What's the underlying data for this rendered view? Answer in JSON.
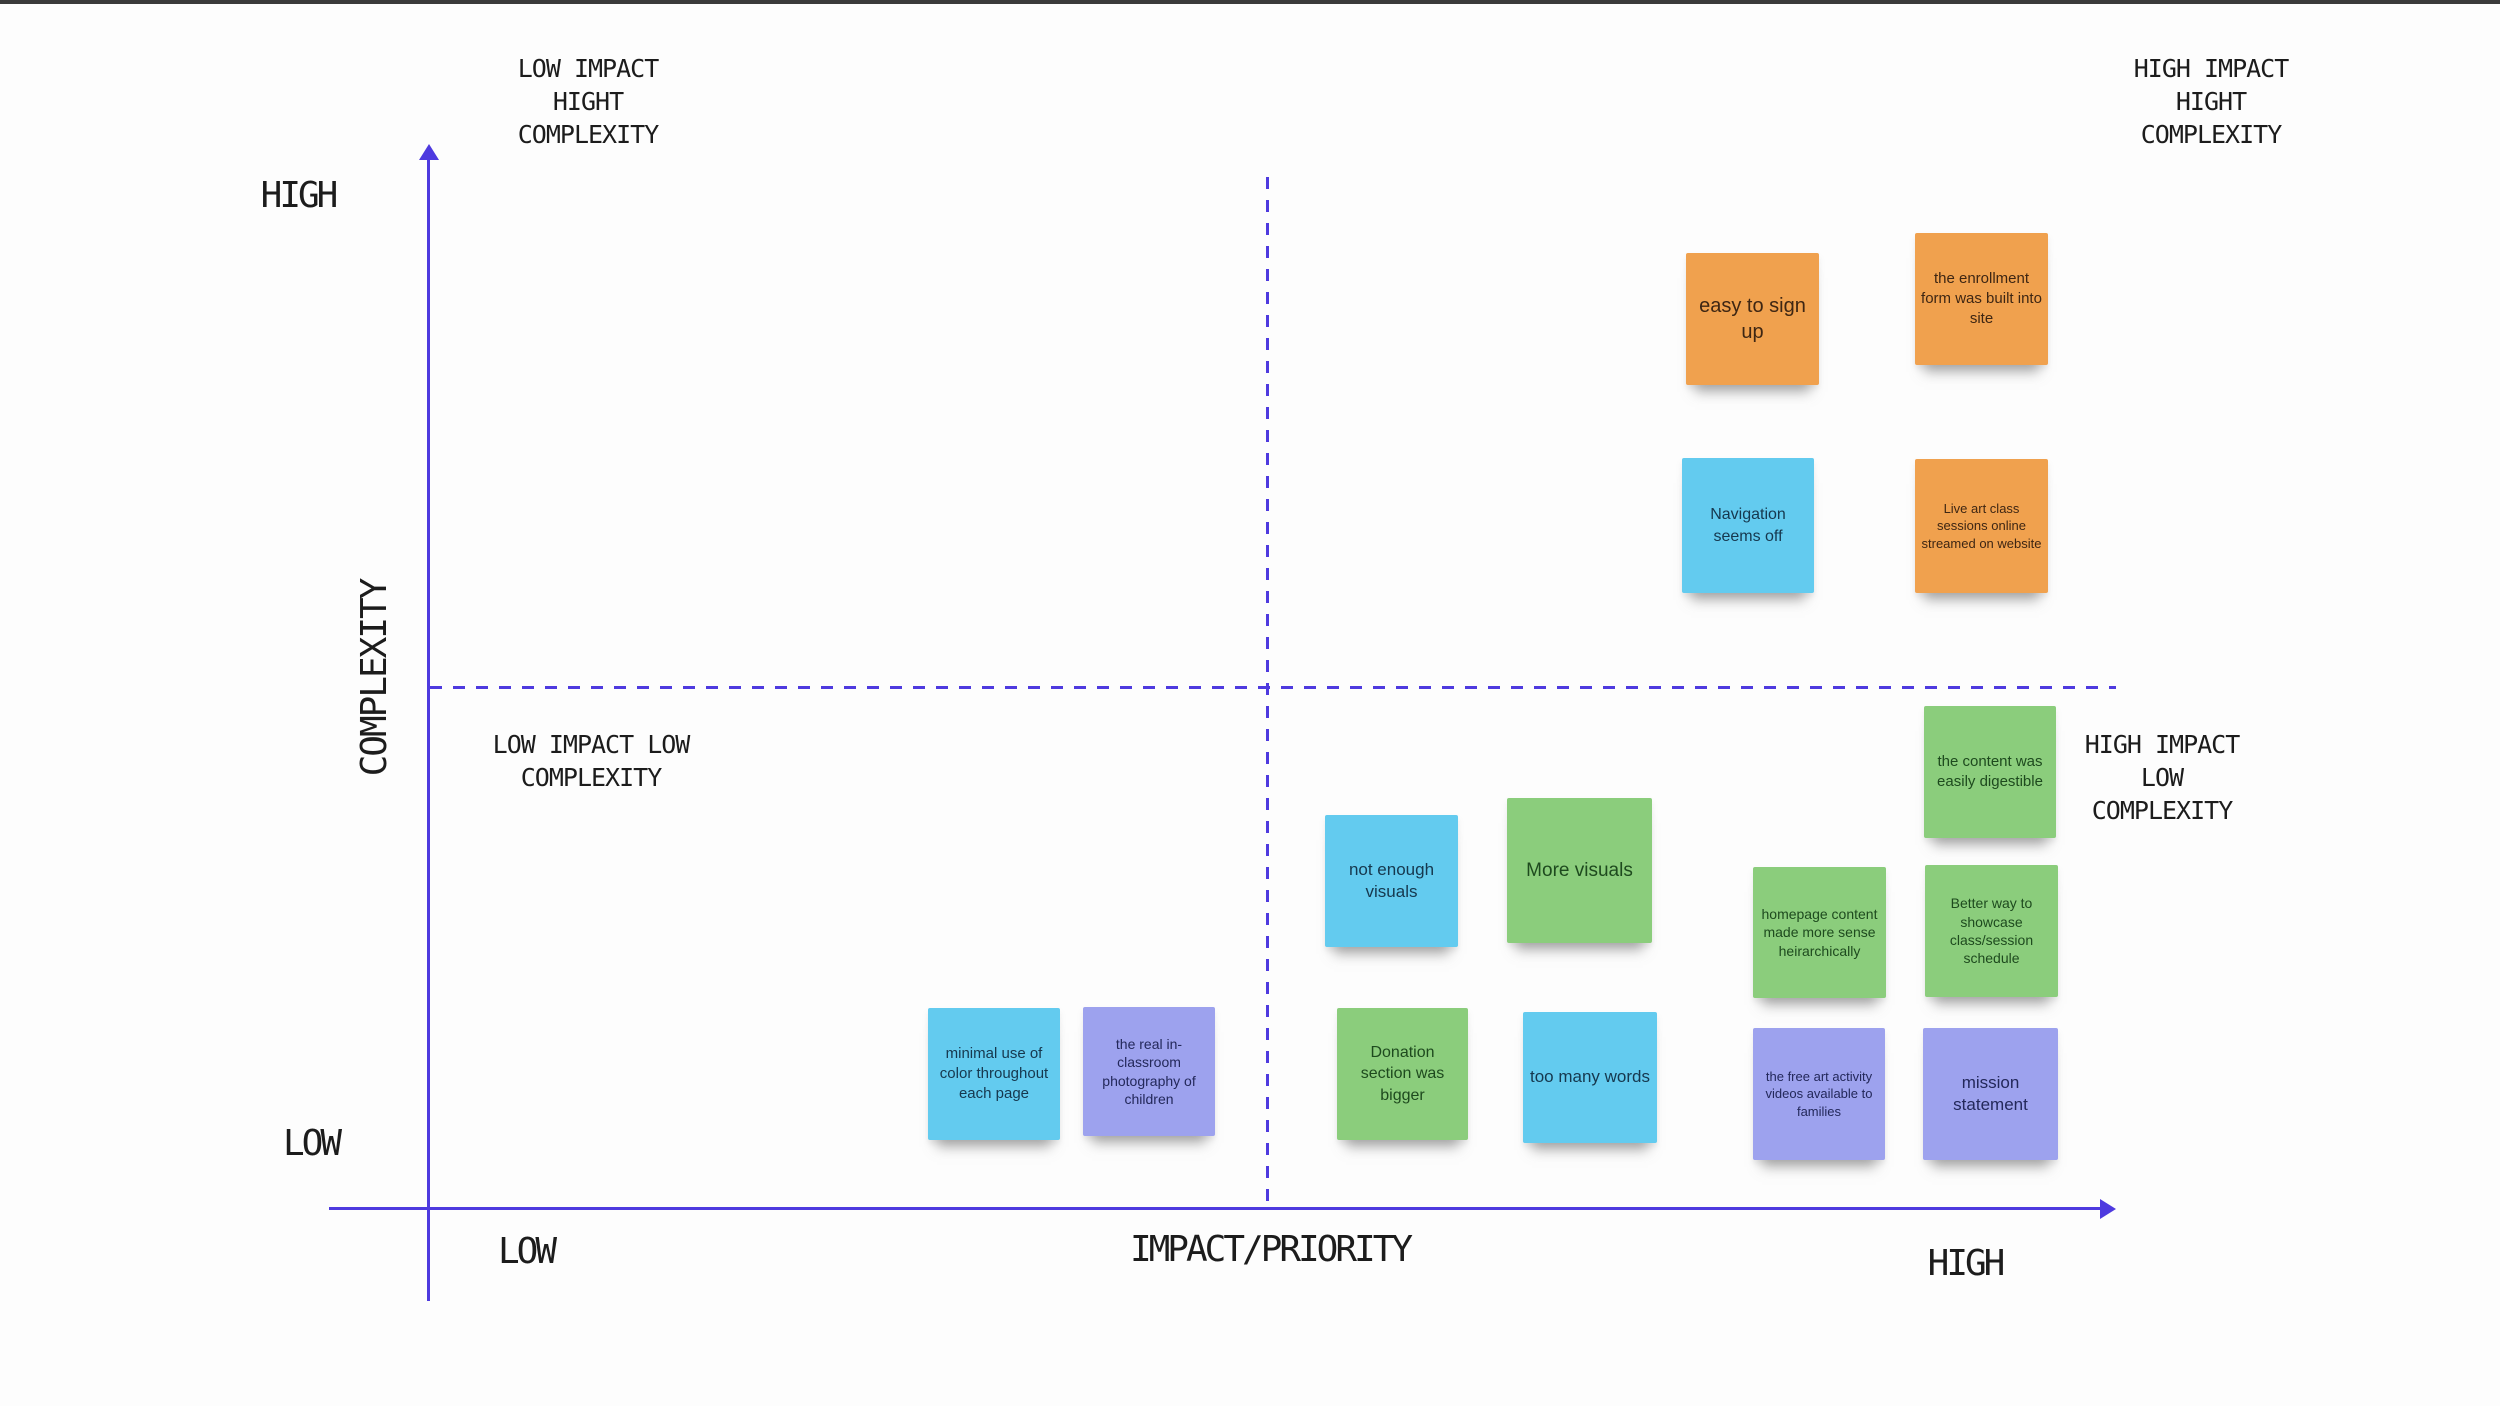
{
  "screen": {
    "top_edge_color": "#3B3B3B",
    "background": "#FDFDFD"
  },
  "colors": {
    "axis": "#4E3ADF",
    "label_text": "#1C1C1C",
    "note_orange": "#F0A14E",
    "note_blue": "#63CBEF",
    "note_green": "#8BCD7C",
    "note_purple": "#9DA2EE",
    "note_text_orange": "#3E2613",
    "note_text_blue": "#16384E",
    "note_text_green": "#1E4A1E",
    "note_text_purple": "#23285A",
    "screen_edge": "#3B3B3B"
  },
  "axes": {
    "y_top_label": "HIGH",
    "y_bottom_label": "LOW",
    "y_axis_title": "COMPLEXITY",
    "x_left_label": "LOW",
    "x_axis_title": "IMPACT/PRIORITY",
    "x_right_label": "HIGH"
  },
  "quadrants": {
    "top_left": "LOW IMPACT\nHIGHT\nCOMPLEXITY",
    "top_right": "HIGH IMPACT\nHIGHT\nCOMPLEXITY",
    "mid_left": "LOW IMPACT LOW\nCOMPLEXITY",
    "mid_right": "HIGH IMPACT\nLOW\nCOMPLEXITY"
  },
  "notes": [
    {
      "text": "easy to sign up",
      "color": "orange"
    },
    {
      "text": "the enrollment form was built into site",
      "color": "orange"
    },
    {
      "text": "Navigation seems off",
      "color": "blue"
    },
    {
      "text": "Live art class sessions online streamed on website",
      "color": "orange"
    },
    {
      "text": "the content was easily digestible",
      "color": "green"
    },
    {
      "text": "not enough visuals",
      "color": "blue"
    },
    {
      "text": "More visuals",
      "color": "green"
    },
    {
      "text": "homepage content made more sense heirarchically",
      "color": "green"
    },
    {
      "text": "Better way to showcase class/session schedule",
      "color": "green"
    },
    {
      "text": "minimal use of color throughout each page",
      "color": "blue"
    },
    {
      "text": "the real in-classroom photography of children",
      "color": "purple"
    },
    {
      "text": "Donation section was bigger",
      "color": "green"
    },
    {
      "text": "too many words",
      "color": "blue"
    },
    {
      "text": "the free art activity videos available to families",
      "color": "purple"
    },
    {
      "text": "mission statement",
      "color": "purple"
    }
  ]
}
